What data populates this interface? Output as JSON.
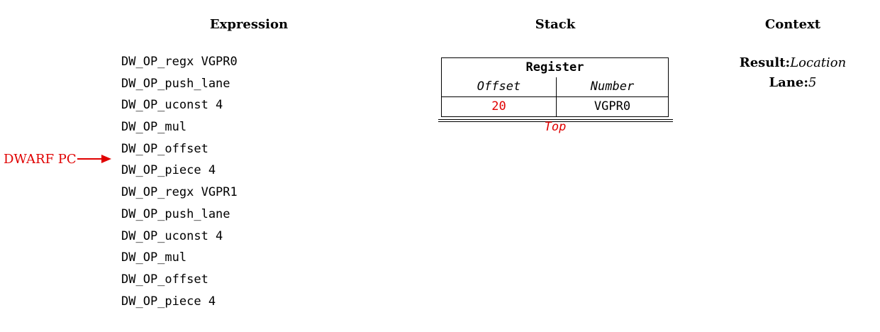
{
  "headings": {
    "expression": "Expression",
    "stack": "Stack",
    "context": "Context"
  },
  "expression": {
    "ops": [
      "DW_OP_regx VGPR0",
      "DW_OP_push_lane",
      "DW_OP_uconst 4",
      "DW_OP_mul",
      "DW_OP_offset",
      "DW_OP_piece 4",
      "DW_OP_regx VGPR1",
      "DW_OP_push_lane",
      "DW_OP_uconst 4",
      "DW_OP_mul",
      "DW_OP_offset",
      "DW_OP_piece 4"
    ],
    "pc_label": "DWARF PC",
    "pc_index": 5
  },
  "stack": {
    "entry_title": "Register",
    "col_offset": "Offset",
    "col_number": "Number",
    "offset_value": "20",
    "number_value": "VGPR0",
    "top_label": "Top"
  },
  "context": {
    "result_key": "Result:",
    "result_value": "Location",
    "lane_key": "Lane:",
    "lane_value": "5"
  },
  "colors": {
    "highlight": "#e00000",
    "text": "#000000",
    "background": "#ffffff"
  }
}
